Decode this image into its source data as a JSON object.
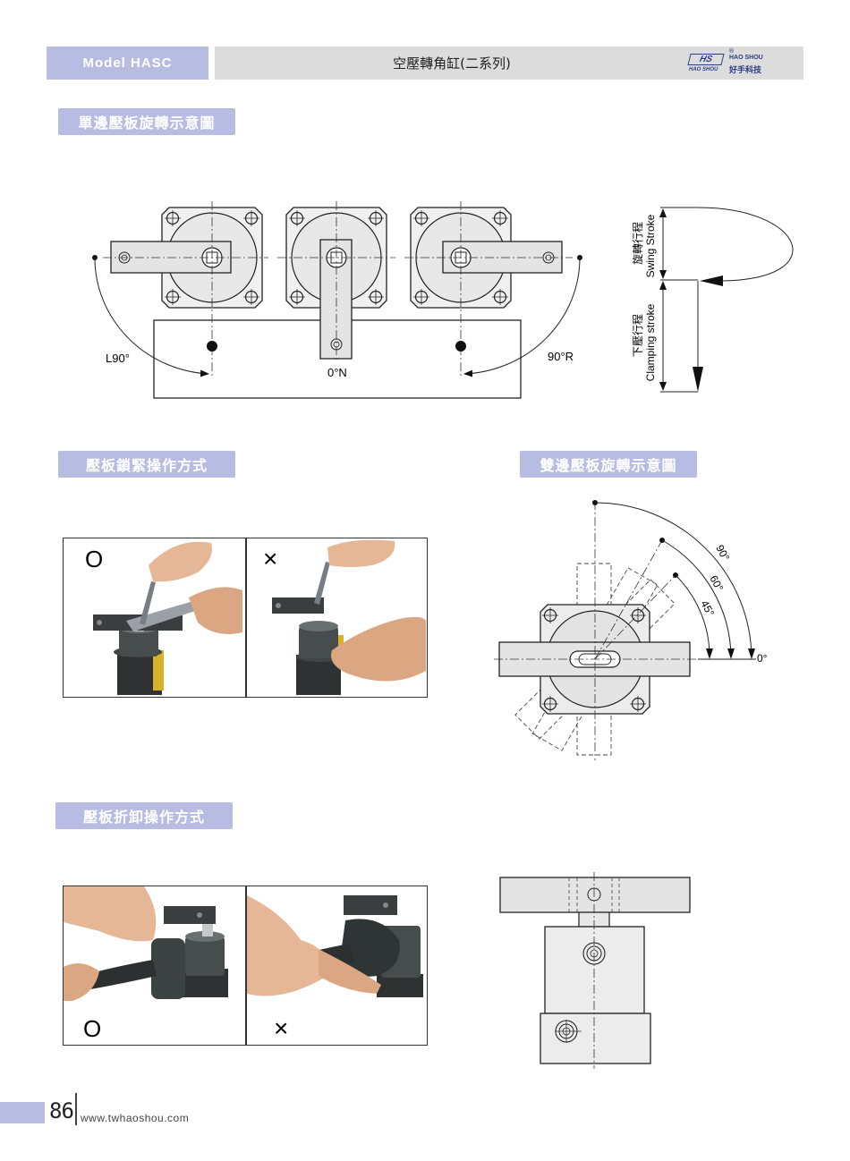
{
  "header": {
    "model": "Model HASC",
    "title": "空壓轉角缸(二系列)",
    "logo": {
      "mark": "HS",
      "brand_en": "HAO SHOU",
      "brand_en_small": "HAO SHOU",
      "brand_cn": "好手科技",
      "reg": "®"
    }
  },
  "sections": {
    "single_swing": "單邊壓板旋轉示意圖",
    "lock_method": "壓板鎖緊操作方式",
    "double_swing": "雙邊壓板旋轉示意圖",
    "remove_method": "壓板折卸操作方式"
  },
  "single_diagram": {
    "left_label": "L90°",
    "center_label": "0°N",
    "right_label": "90°R"
  },
  "stroke_diagram": {
    "swing_cn": "旋轉行程",
    "swing_en": "Swing Stroke",
    "clamp_cn": "下壓行程",
    "clamp_en": "Clamping stroke"
  },
  "double_diagram": {
    "angles": [
      "90°",
      "60°",
      "45°",
      "0°"
    ]
  },
  "photos": {
    "lock_ok": "O",
    "lock_ng": "×",
    "remove_ok": "O",
    "remove_ng": "×"
  },
  "footer": {
    "page": "86",
    "url": "www.twhaoshou.com"
  }
}
